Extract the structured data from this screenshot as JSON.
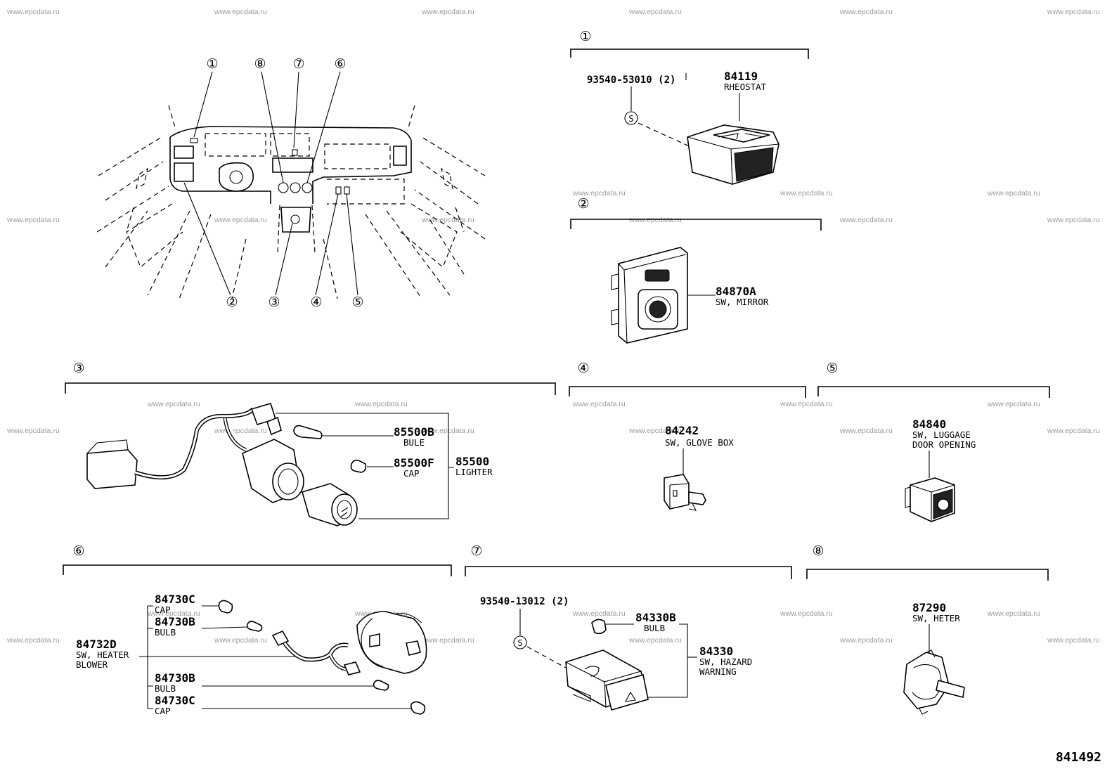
{
  "watermark": "www.epcdata.ru",
  "figure_number": "841492",
  "locator_numbers": [
    "①",
    "②",
    "③",
    "④",
    "⑤",
    "⑥",
    "⑦",
    "⑧"
  ],
  "sections": {
    "s1": {
      "number": "①",
      "screw": {
        "part": "93540-53010 (2)",
        "symbol": "S"
      },
      "part": "84119",
      "desc": "RHEOSTAT"
    },
    "s2": {
      "number": "②",
      "part": "84870A",
      "desc": "SW, MIRROR"
    },
    "s3": {
      "number": "③",
      "items": [
        {
          "part": "85500B",
          "desc": "BULE"
        },
        {
          "part": "85500F",
          "desc": "CAP"
        }
      ],
      "assembly": {
        "part": "85500",
        "desc": "LIGHTER"
      }
    },
    "s4": {
      "number": "④",
      "part": "84242",
      "desc": "SW, GLOVE BOX"
    },
    "s5": {
      "number": "⑤",
      "part": "84840",
      "desc1": "SW, LUGGAGE",
      "desc2": "DOOR OPENING"
    },
    "s6": {
      "number": "⑥",
      "items": [
        {
          "part": "84730C",
          "desc": "CAP"
        },
        {
          "part": "84730B",
          "desc": "BULB"
        },
        {
          "part": "84730B",
          "desc": "BULB"
        },
        {
          "part": "84730C",
          "desc": "CAP"
        }
      ],
      "assembly": {
        "part": "84732D",
        "desc1": "SW, HEATER",
        "desc2": "BLOWER"
      }
    },
    "s7": {
      "number": "⑦",
      "screw": {
        "part": "93540-13012 (2)",
        "symbol": "S"
      },
      "bulb": {
        "part": "84330B",
        "desc": "BULB"
      },
      "assembly": {
        "part": "84330",
        "desc1": "SW, HAZARD",
        "desc2": "WARNING"
      }
    },
    "s8": {
      "number": "⑧",
      "part": "87290",
      "desc": "SW, HETER"
    }
  }
}
